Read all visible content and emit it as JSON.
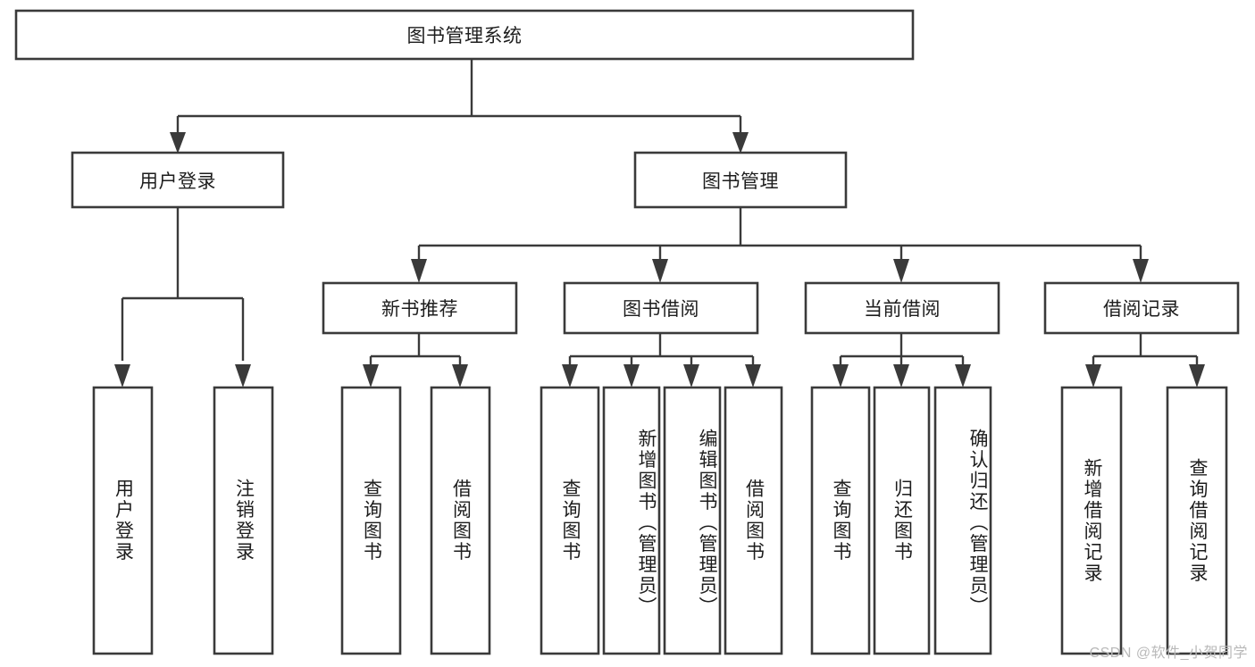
{
  "diagram": {
    "type": "hierarchy-tree",
    "title": "图书管理系统",
    "watermark": "CSDN @软件_小贺同学",
    "colors": {
      "stroke": "#3a3a3a",
      "box_fill": "#ffffff",
      "text": "#1d1d1d",
      "background": "#ffffff",
      "watermark": "#b9b9b9"
    },
    "root": {
      "label": "图书管理系统"
    },
    "level1": [
      {
        "label": "用户登录"
      },
      {
        "label": "图书管理"
      }
    ],
    "level2": [
      {
        "label": "新书推荐"
      },
      {
        "label": "图书借阅"
      },
      {
        "label": "当前借阅"
      },
      {
        "label": "借阅记录"
      }
    ],
    "leaves": {
      "user_login": [
        {
          "label": "用户登录"
        },
        {
          "label": "注销登录"
        }
      ],
      "new_book": [
        {
          "label": "查询图书"
        },
        {
          "label": "借阅图书"
        }
      ],
      "book_borrow": [
        {
          "label": "查询图书"
        },
        {
          "label": "新增图书（管理员）"
        },
        {
          "label": "编辑图书（管理员）"
        },
        {
          "label": "借阅图书"
        }
      ],
      "current_borrow": [
        {
          "label": "查询图书"
        },
        {
          "label": "归还图书"
        },
        {
          "label": "确认归还（管理员）"
        }
      ],
      "borrow_record": [
        {
          "label": "新增借阅记录"
        },
        {
          "label": "查询借阅记录"
        }
      ]
    }
  }
}
